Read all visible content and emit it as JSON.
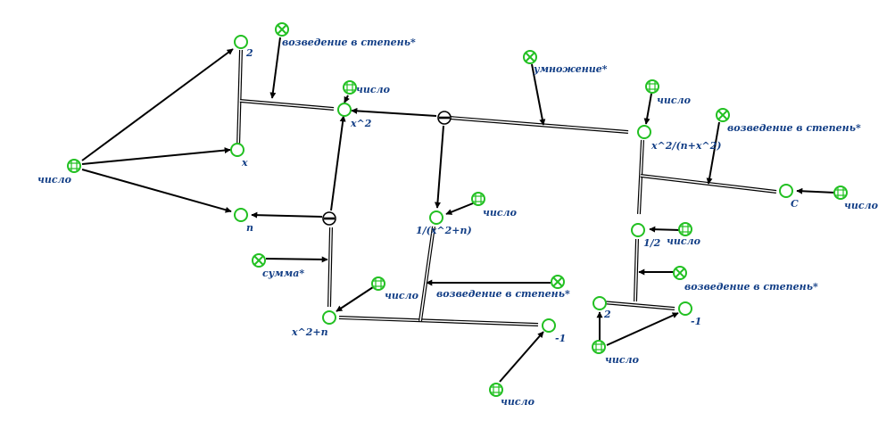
{
  "labels": {
    "num_left": "число",
    "op_pow_top": "возведение в степень*",
    "var_2_top": "2",
    "var_x": "x",
    "var_n": "n",
    "num_top": "число",
    "var_x2": "x^2",
    "op_sum": "сумма*",
    "num_mid_low": "число",
    "var_x2n": "x^2+n",
    "num_center": "число",
    "var_inv": "1/(x^2+n)",
    "op_pow_mid": "возведение в степень*",
    "var_m1_mid": "-1",
    "num_bottom": "число",
    "op_mul": "умножение*",
    "num_right_top": "число",
    "var_res": "x^2/(n+x^2)",
    "op_pow_right": "возведение в степень*",
    "var_c": "C",
    "num_c": "число",
    "var_half": "1/2",
    "num_half": "число",
    "op_pow_low": "возведение в степень*",
    "var_2_low": "2",
    "var_m1_low": "-1",
    "num_low": "число"
  }
}
